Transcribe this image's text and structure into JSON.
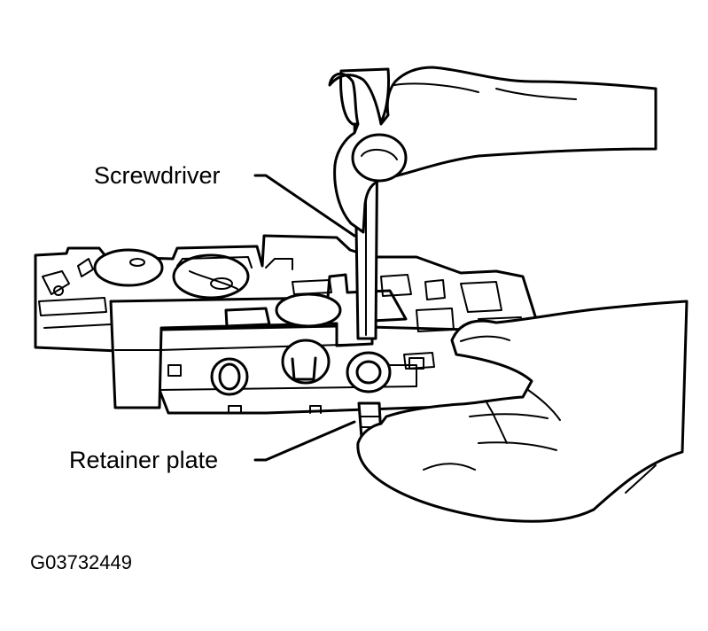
{
  "callouts": {
    "screwdriver": "Screwdriver",
    "retainer_plate": "Retainer plate"
  },
  "figure_id": "G03732449"
}
